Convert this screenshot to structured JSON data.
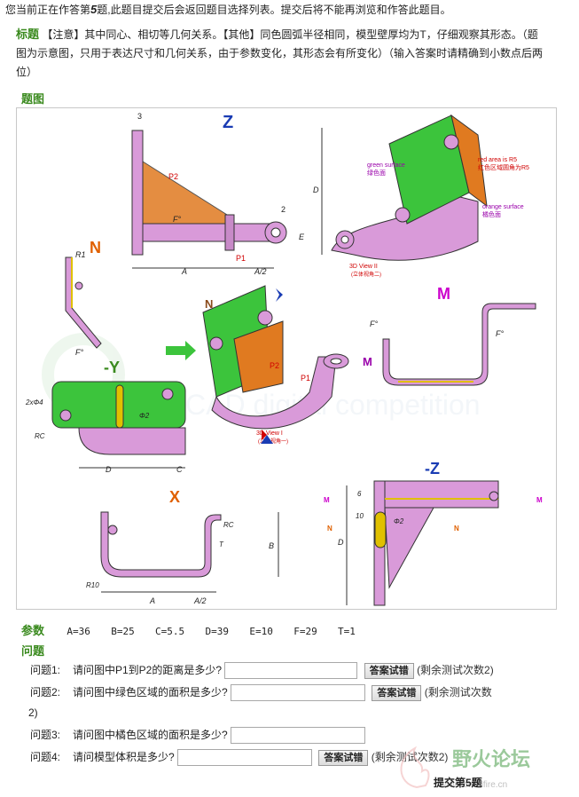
{
  "notice": {
    "prefix": "您当前正在作答第",
    "number": "5",
    "suffix": "题,此题目提交后会返回题目选择列表。提交后将不能再浏览和作答此题目。"
  },
  "title": {
    "label": "标题",
    "text": "【注意】其中同心、相切等几何关系。【其他】同色圆弧半径相同，模型壁厚均为T，仔细观察其形态。（题图为示意图，只用于表达尺寸和几何关系，由于参数变化，其形态会有所变化）（输入答案时请精确到小数点后两位）"
  },
  "figure_label": "题图",
  "figure": {
    "views": {
      "z": "Z",
      "n": "N",
      "m": "M",
      "neg_y": "-Y",
      "x": "X",
      "neg_z": "-Z"
    },
    "dims": {
      "three": "3",
      "two": "2",
      "d": "D",
      "e": "E",
      "a": "A",
      "a_half": "A/2",
      "c": "C",
      "f": "F°",
      "r1": "R1",
      "rc": "RC",
      "t": "T",
      "b": "B",
      "r10": "R10",
      "phi2": "Φ2",
      "two_x_phi4": "2xΦ4",
      "six": "6",
      "ten": "10",
      "p1": "P1",
      "p2": "P2"
    },
    "annotations": {
      "red_en": "red area is R5",
      "red_cn": "红色区域圆角为R5",
      "green_en": "green surface",
      "green_cn": "绿色面",
      "orange_en": "orange surface",
      "orange_cn": "橘色面",
      "view2": "3D View II",
      "view2_cn": "(立体视角二)",
      "view1": "3D View I",
      "view1_cn": "(立体视角一)"
    },
    "watermark": "CAD digital competition",
    "colors": {
      "green": "#3cc43c",
      "orange": "#e07a20",
      "pink": "#d99ad9",
      "blue": "#1a3cb4",
      "accent_orange": "#e06000"
    }
  },
  "params": {
    "label": "参数",
    "values": [
      "A=36",
      "B=25",
      "C=5.5",
      "D=39",
      "E=10",
      "F=29",
      "T=1"
    ]
  },
  "questions_label": "问题",
  "questions": [
    {
      "label": "问题1:",
      "text": "请问图中P1到P2的距离是多少?",
      "value": "",
      "button": "答案试错",
      "remain": "(剩余测试次数2)"
    },
    {
      "label": "问题2:",
      "text": "请问图中绿色区域的面积是多少?",
      "value": "",
      "button": "答案试错",
      "remain": "(剩余测试次数",
      "remain_wrap": "2)"
    },
    {
      "label": "问题3:",
      "text": "请问图中橘色区域的面积是多少?",
      "value": ""
    },
    {
      "label": "问题4:",
      "text": "请问模型体积是多少?",
      "value": "",
      "button": "答案试错",
      "remain": "(剩余测试次数2)"
    }
  ],
  "submit": "提交第5题",
  "site_watermark": {
    "name": "野火论坛",
    "url": "www.tcwildfire.cn"
  }
}
